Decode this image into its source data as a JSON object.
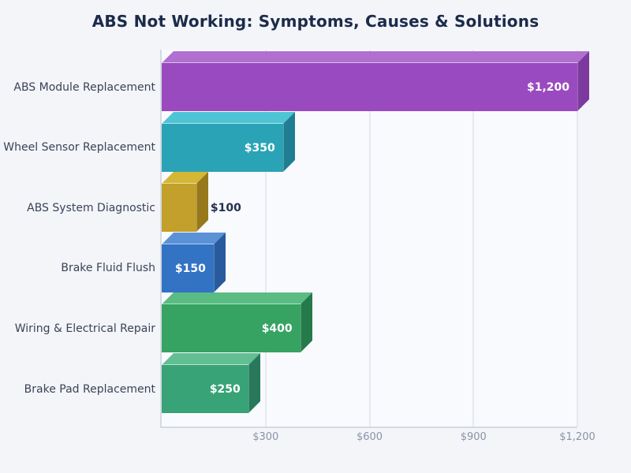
{
  "page": {
    "background": "#f3f5f9"
  },
  "chart_data": {
    "type": "bar",
    "orientation": "horizontal",
    "title": "ABS Not Working: Symptoms, Causes & Solutions",
    "categories": [
      "ABS Module Replacement",
      "Wheel Sensor Replacement",
      "ABS System Diagnostic",
      "Brake Fluid Flush",
      "Wiring & Electrical Repair",
      "Brake Pad Replacement"
    ],
    "values": [
      1200,
      350,
      100,
      150,
      400,
      250
    ],
    "value_labels": [
      "$1,200",
      "$350",
      "$100",
      "$150",
      "$400",
      "$250"
    ],
    "value_label_placement": [
      "inside",
      "inside",
      "outside",
      "inside",
      "inside",
      "inside"
    ],
    "bar_colors": [
      {
        "face": "#9a4abf",
        "top": "#b16fd0",
        "side": "#7d3a9e"
      },
      {
        "face": "#2ba3b7",
        "top": "#4ec4d4",
        "side": "#1f7e92"
      },
      {
        "face": "#c2a02b",
        "top": "#d4b734",
        "side": "#97791c"
      },
      {
        "face": "#3273c4",
        "top": "#5b92d7",
        "side": "#275b9e"
      },
      {
        "face": "#36a363",
        "top": "#5abc82",
        "side": "#257a49"
      },
      {
        "face": "#37a376",
        "top": "#61bf93",
        "side": "#28795b"
      }
    ],
    "inside_value_color": "#ffffff",
    "outside_value_color": "#24304f",
    "xlabel": "",
    "ylabel": "",
    "xlim": [
      0,
      1200
    ],
    "x_ticks": [
      {
        "value": 300,
        "label": "$300"
      },
      {
        "value": 600,
        "label": "$600"
      },
      {
        "value": 900,
        "label": "$900"
      },
      {
        "value": 1200,
        "label": "$1,200"
      }
    ],
    "grid": "vertical",
    "legend": "none",
    "style": "3d-extruded-bars"
  }
}
